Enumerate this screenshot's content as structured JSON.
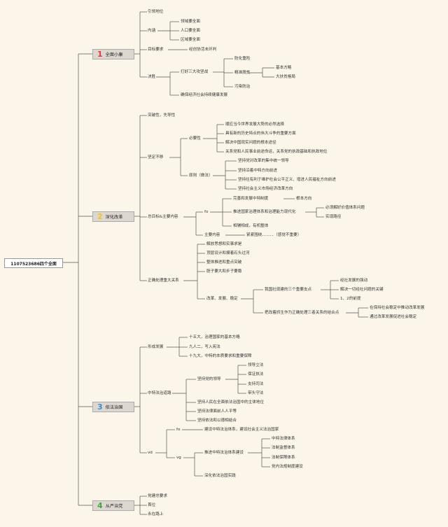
{
  "root": "1107523686四个全面",
  "colors": {
    "b1": "#e23b3b",
    "b2": "#f4c027",
    "b3": "#3b8ed1",
    "b4": "#3ea83e",
    "line": "#555555"
  },
  "s1": {
    "badge": "1",
    "title": "全面小康",
    "yinling": "引领地位",
    "neihan": "内涵",
    "n1": "领域要全面",
    "n2": "人口要全面",
    "n3": "区域要全面",
    "mubiao": "目标要求",
    "mubiao_c": "经创协活未环判",
    "juece": "决胜",
    "sanda": "打好三大攻坚战",
    "fh": "防化重险",
    "jz": "精准脱贫",
    "jz1": "基本方略",
    "jz2": "大扶贫格局",
    "wr": "污染防治",
    "jj": "确保经济社会持续健康发展"
  },
  "s2": {
    "badge": "2",
    "title": "深化改革",
    "tupo": "突破性，先导性",
    "jianding": "坚定不移",
    "biyao": "必要性",
    "b1": "顺应当今世界发展大势的必然选择",
    "b2": "具有新的历史特点的伟大斗争的重要方面",
    "b3": "解决中国现实问题的根本途径",
    "b4": "关系党和人民事业前途命运，关系党的执政基础和执政地位",
    "yuanze": "原则（做法）",
    "y1": "坚持党对改革的集中统一领导",
    "y2": "坚持沿着中特方向前进",
    "y3": "坚持往有利于维护社会公平正义、增进人民福祉方向前进",
    "y4": "坚持社会主义市场经济改革方向",
    "zmb": "总目标&主要内容",
    "fo": "fo",
    "w1": "完善和发展中特制度",
    "w1c": "根本方向",
    "w2": "推进国家治理体系和治理能力现代化",
    "w2a": "必须解好价值体系问题",
    "w2b": "实现路径",
    "w3": "相辅相成，有机整体",
    "zynr": "主要内容",
    "zynr_c": "紧紧围绕．．．．．．（感觉不重要）",
    "zqcl": "正确处理重大关系",
    "g1": "解放思想和实事求是",
    "g2": "顶层设计和摸着石头过河",
    "g3": "整体推进和重点突破",
    "g4": "胆子要大和步子要稳",
    "gfw": "改革、发展、稳定",
    "sz": "我国社现建的三个重要支点",
    "sz1": "经社发展的强动",
    "sz2": "解决一切经社问题的关键",
    "sz3": "1、2的前提",
    "ba": "把改着抓生作为正确处理三者关系的结合点",
    "ba1": "在保持社会稳定中推动改革发展",
    "ba2": "通过改革发展促进社会稳定"
  },
  "s3": {
    "badge": "3",
    "title": "依法治国",
    "xcfz": "形成发展",
    "x1": "十五大，治理国家的基本方略",
    "x2": "九人二，写入宪法",
    "x3": "十九大，中特的本质要求和重要保障",
    "zfdl": "中特法治道路",
    "jcdld": "坚持党的领导",
    "l1": "领导立法",
    "l2": "保证执法",
    "l3": "支持司法",
    "l4": "带头守法",
    "r1": "坚持人民在全面依法治国中的主体地位",
    "r2": "坚持法律面前人人平等",
    "r3": "坚持依法和以德相结合",
    "vd": "vd",
    "fo": "fo",
    "fo_c": "建设中特法治体系，建设社会主义法治国家",
    "vg": "vg",
    "tj": "推进中特法治体系建设",
    "t1": "中特法律体系",
    "t2": "法制监督体系",
    "t3": "法制保障体系",
    "t4": "党内法规制度建设",
    "shfz": "深化依法治国实践"
  },
  "s4": {
    "badge": "4",
    "title": "从严治党",
    "z1": "党建总要求",
    "z2": "首位",
    "z3": "永在路上"
  }
}
